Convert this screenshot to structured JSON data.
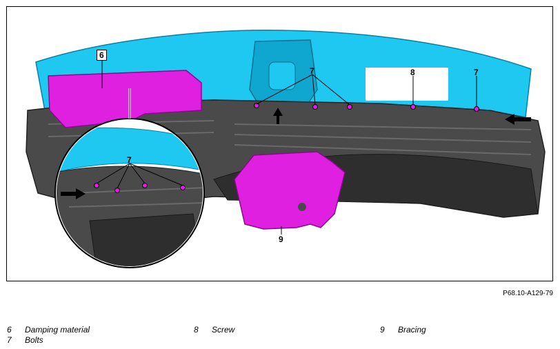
{
  "figure": {
    "code": "P68.10-A129-79",
    "colors": {
      "dashboard": "#4a4a4a",
      "dashboard_dark": "#2e2e2e",
      "cover": "#1ec8f0",
      "cover_dark": "#0fa6cf",
      "highlight": "#e020e0",
      "highlight_dark": "#b010b8",
      "frame": "#000000"
    }
  },
  "callouts": {
    "c6": "6",
    "c7_top": "7",
    "c8": "8",
    "c7_right": "7",
    "c7_detail": "7",
    "c9": "9"
  },
  "legend": [
    {
      "num": "6",
      "label": "Damping material"
    },
    {
      "num": "7",
      "label": "Bolts"
    },
    {
      "num": "8",
      "label": "Screw"
    },
    {
      "num": "9",
      "label": "Bracing"
    }
  ]
}
